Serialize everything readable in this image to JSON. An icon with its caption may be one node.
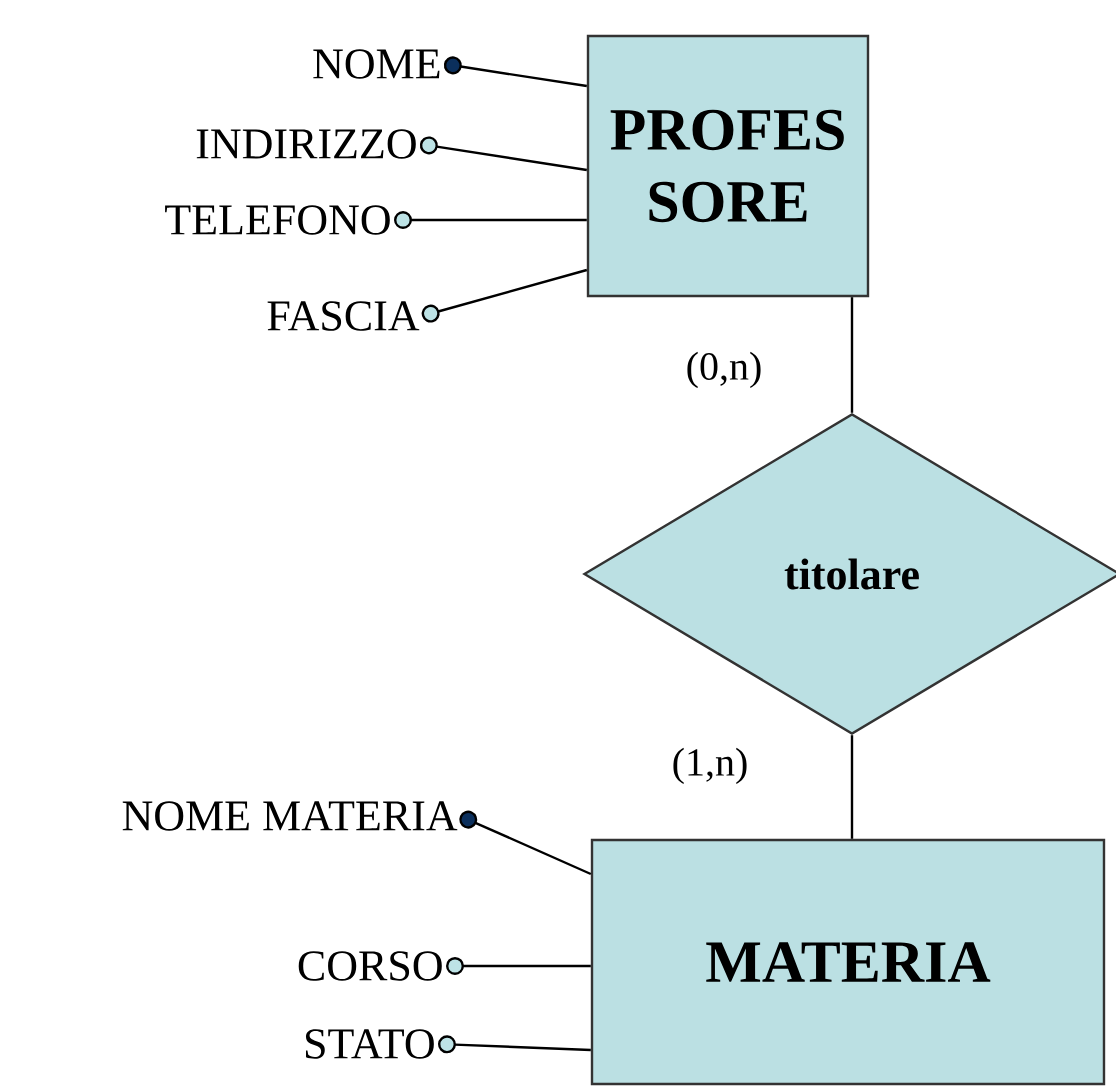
{
  "diagram": {
    "nodes": [
      {
        "text": [
          "PROFES SORE"
        ]
      },
      {
        "text": [
          "titolare"
        ]
      },
      {
        "text": [
          "MATERIA"
        ]
      },
      {
        "text": [
          "NOME"
        ]
      },
      {
        "text": [
          "INDIRIZZO"
        ]
      },
      {
        "text": [
          "TELEFONO"
        ]
      },
      {
        "text": [
          "FASCIA"
        ]
      },
      {
        "text": [
          "NOME MATERIA"
        ]
      },
      {
        "text": [
          "CORSO"
        ]
      },
      {
        "text": [
          "STATO"
        ]
      }
    ],
    "edges": [
      {
        "from": 0,
        "to": 1,
        "arrow": "none",
        "label": "(0,n)"
      },
      {
        "from": 1,
        "to": 2,
        "arrow": "none",
        "label": "(1,n)"
      },
      {
        "from": 3,
        "to": 0,
        "arrow": "other"
      },
      {
        "from": 4,
        "to": 0,
        "arrow": "other"
      },
      {
        "from": 5,
        "to": 0,
        "arrow": "other"
      },
      {
        "from": 6,
        "to": 0,
        "arrow": "other"
      },
      {
        "from": 7,
        "to": 2,
        "arrow": "other"
      },
      {
        "from": 8,
        "to": 2,
        "arrow": "other"
      },
      {
        "from": 9,
        "to": 2,
        "arrow": "other"
      }
    ]
  }
}
